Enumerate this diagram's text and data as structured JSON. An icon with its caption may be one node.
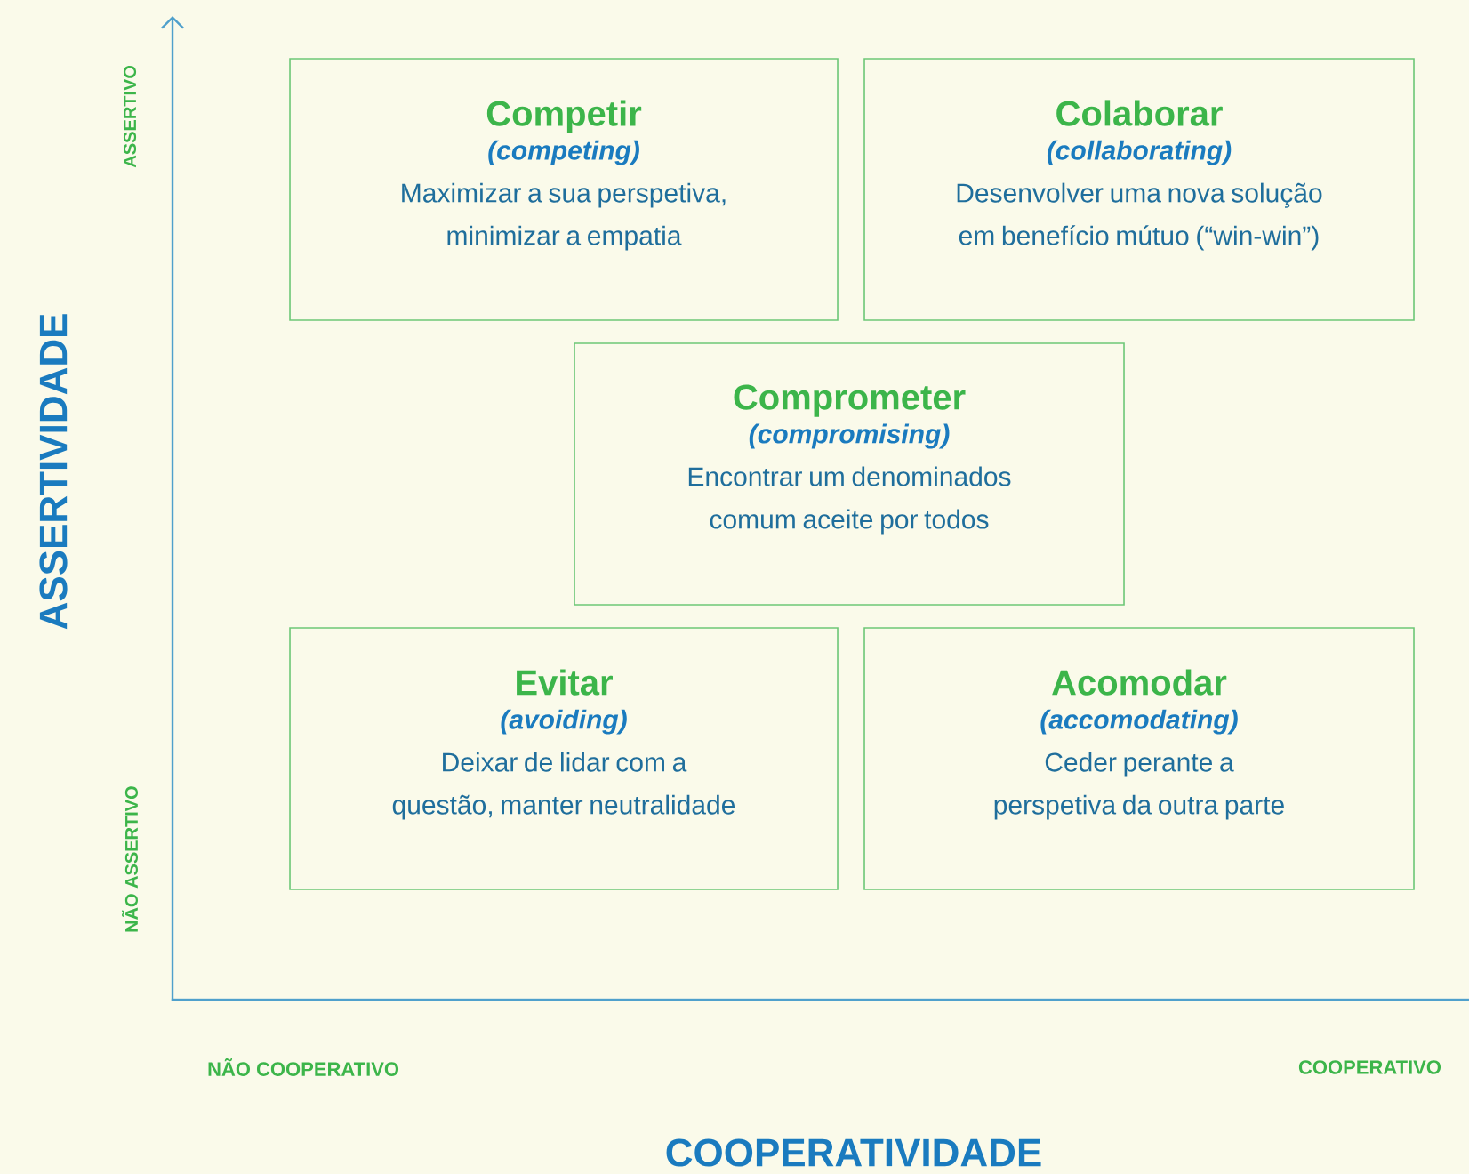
{
  "diagram": {
    "nodes": [
      {
        "text": [
          "Competir",
          "(competing)",
          "Maximizar a sua perspetiva, minimizar a empatia"
        ]
      },
      {
        "text": [
          "Colaborar",
          "(collaborating)",
          "Desenvolver uma nova solução em benefício mútuo (“win-win”)"
        ]
      },
      {
        "text": [
          "Comprometer",
          "(compromising)",
          "Encontrar um denominados comum aceite por todos"
        ]
      },
      {
        "text": [
          "Evitar",
          "(avoiding)",
          "Deixar de lidar com a questão, manter neutralidade"
        ]
      },
      {
        "text": [
          "Acomodar",
          "(accomodating)",
          "Ceder perante a perspetiva da outra parte"
        ]
      }
    ],
    "edges": [],
    "labels": [
      "ASSERTIVIDADE",
      "ASSERTIVO",
      "NÃO ASSERTIVO",
      "NÃO COOPERATIVO",
      "COOPERATIVO",
      "COOPERATIVIDADE"
    ]
  }
}
